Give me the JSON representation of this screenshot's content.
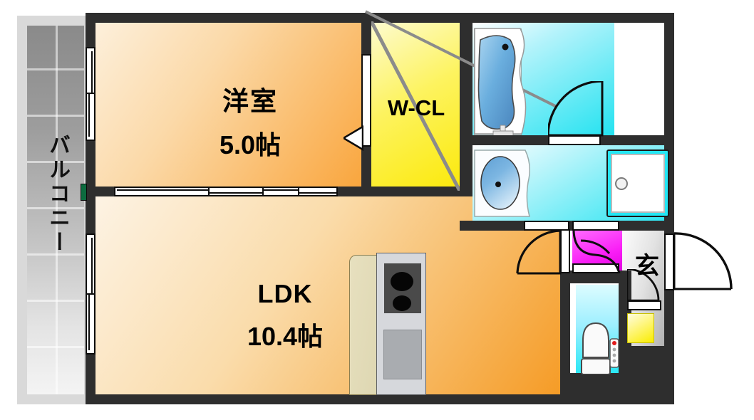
{
  "plan": {
    "type": "japanese-apartment-floor-plan",
    "layout_name": "1LDK"
  },
  "rooms": [
    {
      "id": "balcony",
      "label": "バルコニー",
      "area": "",
      "color": "#9d9d9d"
    },
    {
      "id": "yoshitsu",
      "label": "洋室",
      "area": "5.0帖",
      "color": "#f9a43a"
    },
    {
      "id": "ldk",
      "label": "LDK",
      "area": "10.4帖",
      "color": "#f59a23"
    },
    {
      "id": "wcl",
      "label": "W-CL",
      "area": "",
      "color": "#fbe90a"
    },
    {
      "id": "bath",
      "label": "",
      "area": "",
      "color": "#22e2f0"
    },
    {
      "id": "washroom",
      "label": "",
      "area": "",
      "color": "#2ae4f1"
    },
    {
      "id": "toilet",
      "label": "",
      "area": "",
      "color": "#23e7f5"
    },
    {
      "id": "corridor",
      "label": "",
      "area": "",
      "color": "#f91ef6"
    },
    {
      "id": "genkan",
      "label": "玄",
      "area": "",
      "color": "#a8a8a8"
    }
  ],
  "labels": {
    "balcony": "バルコニー",
    "bedroom_name": "洋室",
    "bedroom_area": "5.0帖",
    "ldk_name": "LDK",
    "ldk_area": "10.4帖",
    "closet": "W-CL",
    "entrance": "玄"
  },
  "fixtures": [
    {
      "name": "bathtub",
      "room": "bath"
    },
    {
      "name": "washbasin-vanity",
      "room": "washroom"
    },
    {
      "name": "washing-machine-pan",
      "room": "washroom"
    },
    {
      "name": "toilet",
      "room": "toilet"
    },
    {
      "name": "kitchen-counter",
      "room": "ldk"
    },
    {
      "name": "two-burner-stove",
      "room": "ldk"
    },
    {
      "name": "kitchen-sink",
      "room": "ldk"
    },
    {
      "name": "shoe-cabinet",
      "room": "genkan"
    },
    {
      "name": "pipe-shaft-marker",
      "room": "balcony"
    }
  ],
  "openings": [
    {
      "name": "bedroom-balcony-window",
      "type": "sliding-window"
    },
    {
      "name": "ldk-balcony-window",
      "type": "sliding-window"
    },
    {
      "name": "bedroom-ldk-partition",
      "type": "four-panel-sliding-door"
    },
    {
      "name": "closet-door",
      "type": "sliding-door"
    },
    {
      "name": "bath-door",
      "type": "hinged-door"
    },
    {
      "name": "washroom-door",
      "type": "hinged-door"
    },
    {
      "name": "ldk-corridor-door",
      "type": "hinged-door"
    },
    {
      "name": "corridor-folding-door",
      "type": "folding-door"
    },
    {
      "name": "toilet-door",
      "type": "hinged-door"
    },
    {
      "name": "entrance-door",
      "type": "hinged-door"
    }
  ],
  "colors": {
    "wall": "#2e2e2e",
    "balcony": "#9d9d9d",
    "bedroom": "#f9a43a",
    "ldk": "#f59a23",
    "closet": "#fbe90a",
    "water_area": "#24e6f4",
    "corridor": "#f91ef6",
    "entrance": "#a8a8a8",
    "shoe_cabinet": "#f9ec00"
  }
}
